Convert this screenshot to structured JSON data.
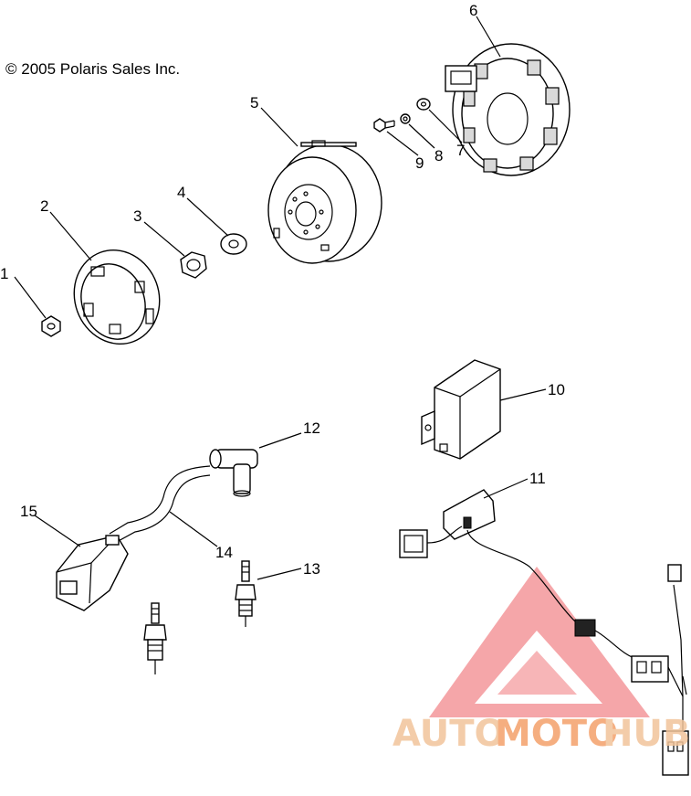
{
  "copyright": "© 2005 Polaris Sales Inc.",
  "callouts": [
    "1",
    "2",
    "3",
    "4",
    "5",
    "6",
    "7",
    "8",
    "9",
    "10",
    "11",
    "12",
    "13",
    "14",
    "15"
  ],
  "watermark": {
    "text_a": "AUTO",
    "text_b": "MOTO",
    "text_c": "HUB",
    "color_light": "#f2c49b",
    "color_mid": "#f4a06a",
    "color_red": "#e8262d"
  }
}
